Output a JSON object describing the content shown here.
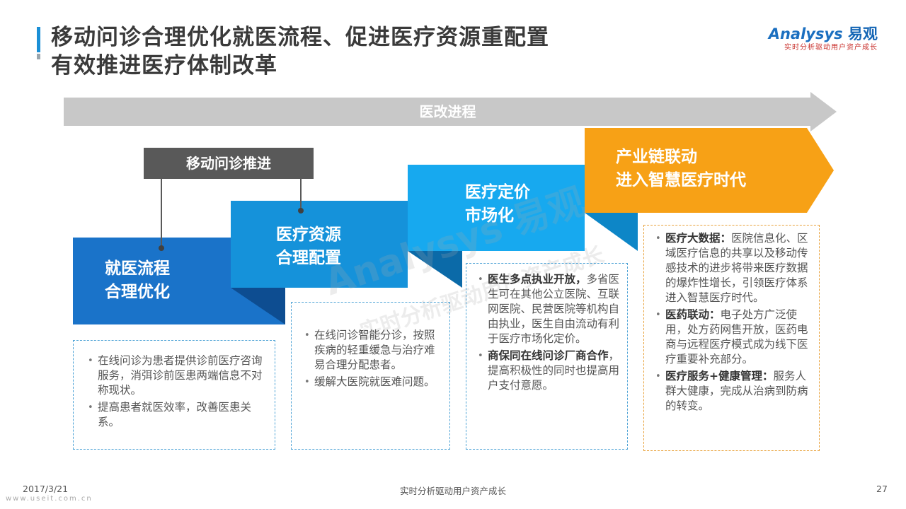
{
  "title": {
    "line1": "移动问诊合理优化就医流程、促进医疗资源重配置",
    "line2": "有效推进医疗体制改革"
  },
  "logo": {
    "brand_en": "Analysys",
    "brand_cn": "易观",
    "slogan": "实时分析驱动用户资产成长"
  },
  "progress_arrow": {
    "label": "医改进程"
  },
  "badge": {
    "label": "移动问诊推进"
  },
  "steps": [
    {
      "line1": "就医流程",
      "line2": "合理优化"
    },
    {
      "line1": "医疗资源",
      "line2": "合理配置"
    },
    {
      "line1": "医疗定价",
      "line2": "市场化"
    },
    {
      "line1": "产业链联动",
      "line2": "进入智慧医疗时代"
    }
  ],
  "boxes": [
    {
      "items": [
        {
          "bold": "",
          "text": "在线问诊为患者提供诊前医疗咨询服务，消弭诊前医患两端信息不对称现状。"
        },
        {
          "bold": "",
          "text": "提高患者就医效率，改善医患关系。"
        }
      ]
    },
    {
      "items": [
        {
          "bold": "",
          "text": "在线问诊智能分诊，按照疾病的轻重缓急与治疗难易合理分配患者。"
        },
        {
          "bold": "",
          "text": "缓解大医院就医难问题。"
        }
      ]
    },
    {
      "items": [
        {
          "bold": "医生多点执业开放，",
          "text": "多省医生可在其他公立医院、互联网医院、民营医院等机构自由执业，医生自由流动有利于医疗市场化定价。"
        },
        {
          "bold": "商保同在线问诊厂商合作",
          "text": "，提高积极性的同时也提高用户支付意愿。"
        }
      ]
    },
    {
      "items": [
        {
          "bold": "医疗大数据：",
          "text": "医院信息化、区域医疗信息的共享以及移动传感技术的进步将带来医疗数据的爆炸性增长，引领医疗体系进入智慧医疗时代。"
        },
        {
          "bold": "医药联动：",
          "text": "电子处方广泛使用，处方药网售开放，医药电商与远程医疗模式成为线下医疗重要补充部分。"
        },
        {
          "bold": "医疗服务+健康管理：",
          "text": "服务人群大健康，完成从治病到防病的转变。"
        }
      ]
    }
  ],
  "footer": {
    "date": "2017/3/21",
    "center": "实时分析驱动用户资产成长",
    "page": "27",
    "site": "www.useit.com.cn"
  },
  "colors": {
    "step1": "#1a73c9",
    "step2": "#1592da",
    "step3": "#17a9ef",
    "step4": "#f7a116",
    "arrow": "#c8c8c8",
    "badge": "#595959"
  }
}
